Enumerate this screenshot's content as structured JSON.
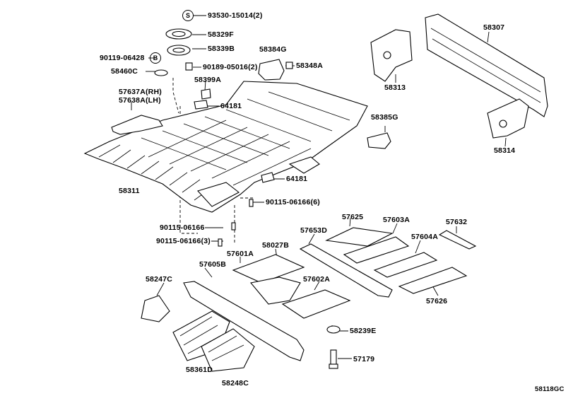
{
  "diagram_id": "58118GC",
  "symbols": {
    "s": "S",
    "b": "B"
  },
  "parts": {
    "p93530": "93530-15014(2)",
    "p58329": "58329F",
    "p58339": "58339B",
    "p90119": "90119-06428",
    "p58460": "58460C",
    "p90189": "90189-05016(2)",
    "p58384": "58384G",
    "p58348": "58348A",
    "p58399": "58399A",
    "p57637": "57637A(RH)",
    "p57638": "57638A(LH)",
    "p64181a": "64181",
    "p58385": "58385G",
    "p58307": "58307",
    "p58313": "58313",
    "p58314": "58314",
    "p64181b": "64181",
    "p58311": "58311",
    "p90115a": "90115-06166(6)",
    "p90115b": "90115-06166",
    "p90115c": "90115-06166(3)",
    "p57625": "57625",
    "p57603": "57603A",
    "p57632": "57632",
    "p57653": "57653D",
    "p58027": "58027B",
    "p57601": "57601A",
    "p57604": "57604A",
    "p57605": "57605B",
    "p58247": "58247C",
    "p57602": "57602A",
    "p57626": "57626",
    "p58239": "58239E",
    "p57179": "57179",
    "p58361": "58361D",
    "p58248": "58248C"
  }
}
